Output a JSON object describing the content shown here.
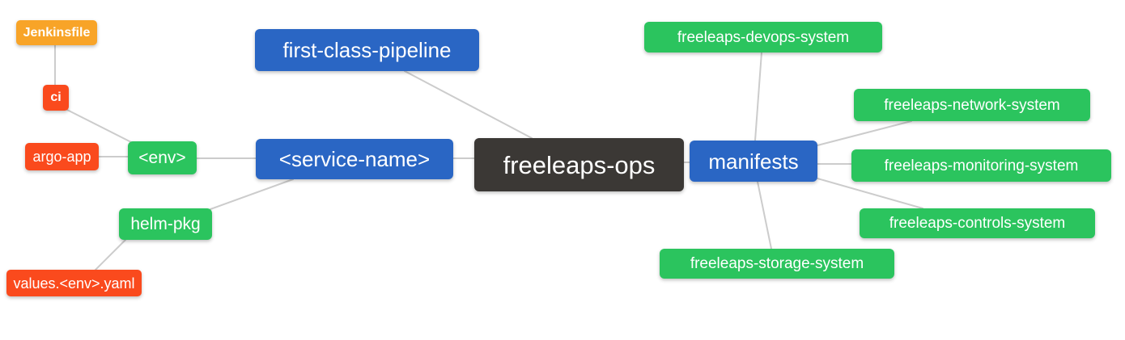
{
  "diagram": {
    "type": "mindmap",
    "root": "freeleaps-ops",
    "nodes": {
      "jenkinsfile": {
        "label": "Jenkinsfile",
        "color": "orange"
      },
      "ci": {
        "label": "ci",
        "color": "red"
      },
      "argo_app": {
        "label": "argo-app",
        "color": "red"
      },
      "env": {
        "label": "<env>",
        "color": "green"
      },
      "helm_pkg": {
        "label": "helm-pkg",
        "color": "green"
      },
      "values_env_yaml": {
        "label": "values.<env>.yaml",
        "color": "red"
      },
      "first_class_pipeline": {
        "label": "first-class-pipeline",
        "color": "blue"
      },
      "service_name": {
        "label": "<service-name>",
        "color": "blue"
      },
      "freeleaps_ops": {
        "label": "freeleaps-ops",
        "color": "dark"
      },
      "manifests": {
        "label": "manifests",
        "color": "blue"
      },
      "devops_system": {
        "label": "freeleaps-devops-system",
        "color": "green"
      },
      "network_system": {
        "label": "freeleaps-network-system",
        "color": "green"
      },
      "monitoring_system": {
        "label": "freeleaps-monitoring-system",
        "color": "green"
      },
      "controls_system": {
        "label": "freeleaps-controls-system",
        "color": "green"
      },
      "storage_system": {
        "label": "freeleaps-storage-system",
        "color": "green"
      }
    },
    "edges": [
      [
        "jenkinsfile",
        "ci"
      ],
      [
        "ci",
        "env"
      ],
      [
        "argo_app",
        "env"
      ],
      [
        "env",
        "service_name"
      ],
      [
        "helm_pkg",
        "service_name"
      ],
      [
        "values_env_yaml",
        "helm_pkg"
      ],
      [
        "service_name",
        "freeleaps_ops"
      ],
      [
        "first_class_pipeline",
        "freeleaps_ops"
      ],
      [
        "freeleaps_ops",
        "manifests"
      ],
      [
        "manifests",
        "devops_system"
      ],
      [
        "manifests",
        "network_system"
      ],
      [
        "manifests",
        "monitoring_system"
      ],
      [
        "manifests",
        "controls_system"
      ],
      [
        "manifests",
        "storage_system"
      ]
    ],
    "palette": {
      "blue": "#2A66C4",
      "green": "#2BC45E",
      "orange": "#F8A428",
      "red": "#FA4A1D",
      "dark": "#3B3835",
      "edge_line": "#CCCCCC",
      "text": "#FFFFFF",
      "background": "#FFFFFF"
    }
  }
}
